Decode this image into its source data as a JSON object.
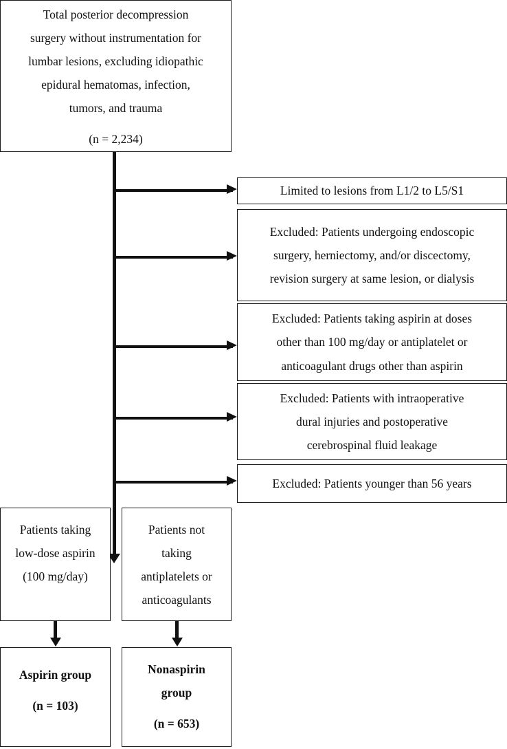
{
  "chart_data": {
    "type": "diagram",
    "title": "Patient selection flow diagram",
    "diagram_kind": "flowchart",
    "nodes": [
      {
        "id": "source",
        "role": "cohort",
        "lines": [
          "Total posterior decompression",
          "surgery without instrumentation for",
          "lumbar lesions, excluding idiopathic",
          "epidural hematomas, infection,",
          "tumors, and trauma"
        ],
        "count_label": "(n = 2,234)",
        "n": 2234
      },
      {
        "id": "limited",
        "role": "criterion",
        "lines": [
          "Limited to lesions from L1/2 to L5/S1"
        ]
      },
      {
        "id": "excl-1",
        "role": "exclusion",
        "lines": [
          "Excluded: Patients undergoing endoscopic",
          "surgery, herniectomy, and/or discectomy,",
          "revision surgery at same lesion, or dialysis"
        ]
      },
      {
        "id": "excl-2",
        "role": "exclusion",
        "lines": [
          "Excluded: Patients taking aspirin at doses",
          "other than 100 mg/day or antiplatelet or",
          "anticoagulant drugs other than aspirin"
        ]
      },
      {
        "id": "excl-3",
        "role": "exclusion",
        "lines": [
          "Excluded: Patients with intraoperative",
          "dural injuries and postoperative",
          "cerebrospinal fluid leakage"
        ]
      },
      {
        "id": "excl-4",
        "role": "exclusion",
        "lines": [
          "Excluded: Patients younger than 56 years"
        ]
      },
      {
        "id": "aspirin-pt",
        "role": "subgroup",
        "lines": [
          "Patients taking",
          "low-dose aspirin",
          "(100 mg/day)"
        ]
      },
      {
        "id": "nonaspirin-pt",
        "role": "subgroup",
        "lines": [
          "Patients not",
          "taking",
          "antiplatelets or",
          "anticoagulants"
        ]
      },
      {
        "id": "aspirin-group",
        "role": "final-group",
        "lines": [
          "Aspirin group"
        ],
        "count_label": "(n = 103)",
        "n": 103
      },
      {
        "id": "nonaspirin-group",
        "role": "final-group",
        "lines": [
          "Nonaspirin",
          "group"
        ],
        "count_label": "(n = 653)",
        "n": 653
      }
    ]
  },
  "source_box": {
    "line1": "Total posterior decompression",
    "line2": "surgery without instrumentation for",
    "line3": "lumbar lesions, excluding idiopathic",
    "line4": "epidural hematomas, infection,",
    "line5": "tumors, and trauma",
    "count": "(n = 2,234)"
  },
  "criteria": {
    "limited": {
      "line1": "Limited to lesions from L1/2 to L5/S1"
    },
    "exclusion_1": {
      "line1": "Excluded: Patients undergoing endoscopic",
      "line2": "surgery, herniectomy, and/or discectomy,",
      "line3": "revision surgery at same lesion, or dialysis"
    },
    "exclusion_2": {
      "line1": "Excluded: Patients taking aspirin at doses",
      "line2": "other than 100 mg/day or antiplatelet or",
      "line3": "anticoagulant drugs other than aspirin"
    },
    "exclusion_3": {
      "line1": "Excluded: Patients with intraoperative",
      "line2": "dural injuries and postoperative",
      "line3": "cerebrospinal fluid leakage"
    },
    "exclusion_4": {
      "line1": "Excluded: Patients younger than 56 years"
    }
  },
  "subgroups": {
    "aspirin_patients": {
      "line1": "Patients taking",
      "line2": "low-dose aspirin",
      "line3": "(100 mg/day)"
    },
    "nonaspirin_patients": {
      "line1": "Patients not",
      "line2": "taking",
      "line3": "antiplatelets or",
      "line4": "anticoagulants"
    }
  },
  "final_groups": {
    "aspirin": {
      "line1": "Aspirin group",
      "count": "(n = 103)"
    },
    "nonaspirin": {
      "line1": "Nonaspirin",
      "line2": "group",
      "count": "(n = 653)"
    }
  },
  "colors": {
    "background": "#ffffff",
    "border": "#1a1a1a",
    "text": "#111111",
    "connector": "#111111"
  }
}
